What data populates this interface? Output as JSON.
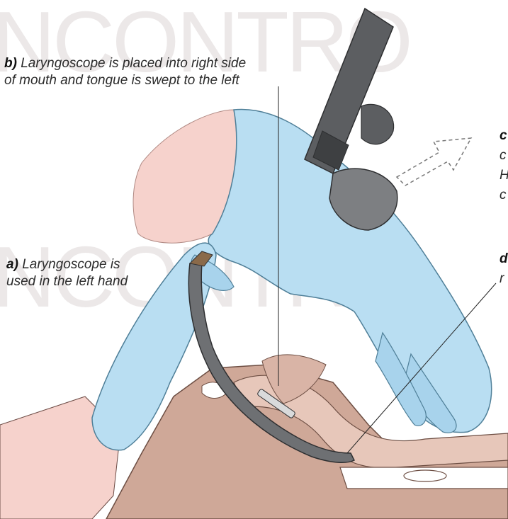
{
  "watermark": {
    "text_top": "NCONTRO",
    "text_mid": "NCONTRO"
  },
  "labels": {
    "a": {
      "letter": "a)",
      "line1": "Laryngoscope is",
      "line2": "used in the left hand"
    },
    "b": {
      "letter": "b)",
      "line1": "Laryngoscope is placed into right side",
      "line2": "of mouth and tongue is swept to the left"
    },
    "c": {
      "letter": "c",
      "line1": "c",
      "line2": "H",
      "line3": "c"
    },
    "d": {
      "letter": "d",
      "line1": "r"
    }
  },
  "colors": {
    "glove": "#b9def2",
    "glove_shadow": "#8fc3e0",
    "glove_outline": "#4f7f98",
    "skin": "#f6d2cc",
    "tissue": "#cfa898",
    "handle": "#5c5e61",
    "blade": "#6e7073",
    "watermark": "#ece8e8"
  }
}
